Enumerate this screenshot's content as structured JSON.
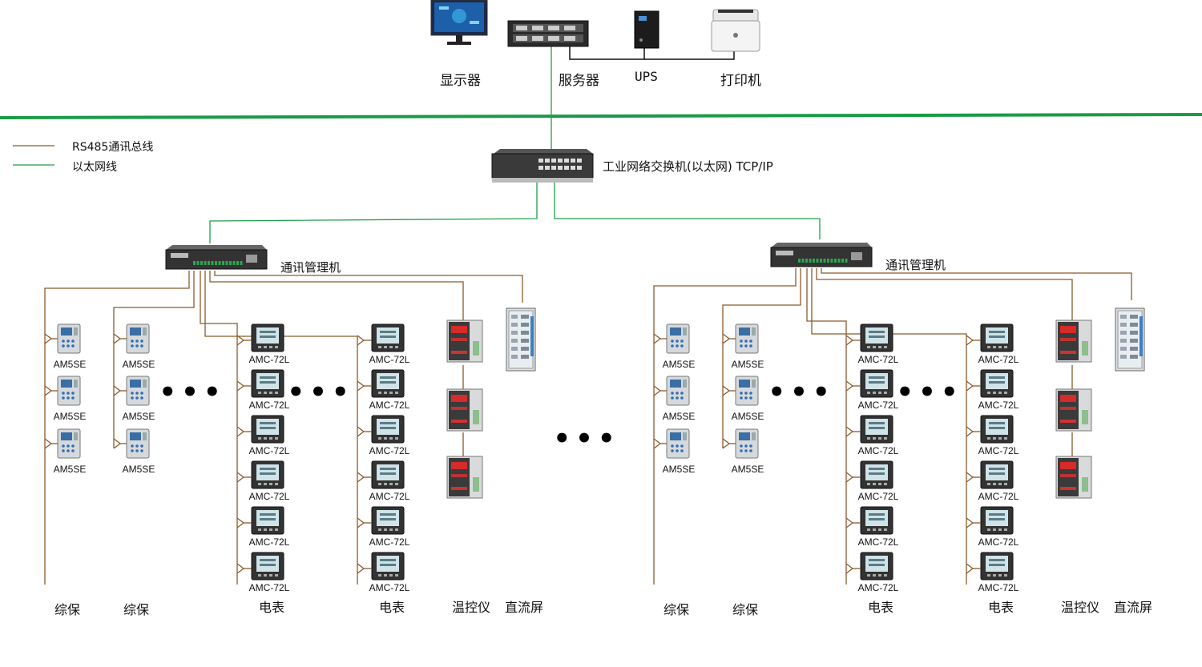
{
  "colors": {
    "rs485": "#8b5a2b",
    "ethernet": "#1f9e4a",
    "backbone": "#1a9a48"
  },
  "icons": [
    "monitor-icon",
    "server-icon",
    "ups-icon",
    "printer-icon",
    "switch-icon",
    "comm-manager-icon",
    "am5se-protection-icon",
    "amc72l-meter-icon",
    "temp-controller-icon",
    "dc-panel-icon"
  ],
  "top": {
    "monitor": "显示器",
    "server": "服务器",
    "ups": "UPS",
    "printer": "打印机"
  },
  "legend": {
    "rs485": "RS485通讯总线",
    "ethernet": "以太网线"
  },
  "switch_label": "工业网络交换机(以太网) TCP/IP",
  "groups": [
    {
      "manager": "通讯管理机",
      "devices": {
        "am5se": "AM5SE",
        "amc": "AMC-72L"
      },
      "categories": {
        "zongbao1": "综保",
        "zongbao2": "综保",
        "meter1": "电表",
        "meter2": "电表",
        "temp": "温控仪",
        "dc": "直流屏"
      }
    },
    {
      "manager": "通讯管理机",
      "devices": {
        "am5se": "AM5SE",
        "amc": "AMC-72L"
      },
      "categories": {
        "zongbao1": "综保",
        "zongbao2": "综保",
        "meter1": "电表",
        "meter2": "电表",
        "temp": "温控仪",
        "dc": "直流屏"
      }
    }
  ]
}
